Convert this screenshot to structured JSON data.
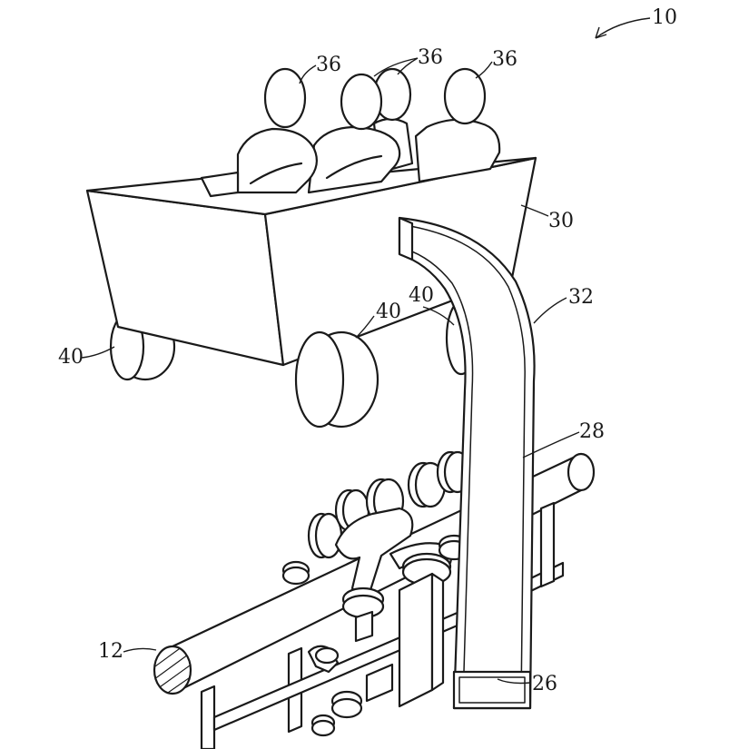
{
  "figure": {
    "ref_10": "10",
    "ref_12": "12",
    "ref_26": "26",
    "ref_28": "28",
    "ref_30": "30",
    "ref_32": "32",
    "ref_36a": "36",
    "ref_36b": "36",
    "ref_36c": "36",
    "ref_40a": "40",
    "ref_40b": "40",
    "ref_40c": "40"
  }
}
